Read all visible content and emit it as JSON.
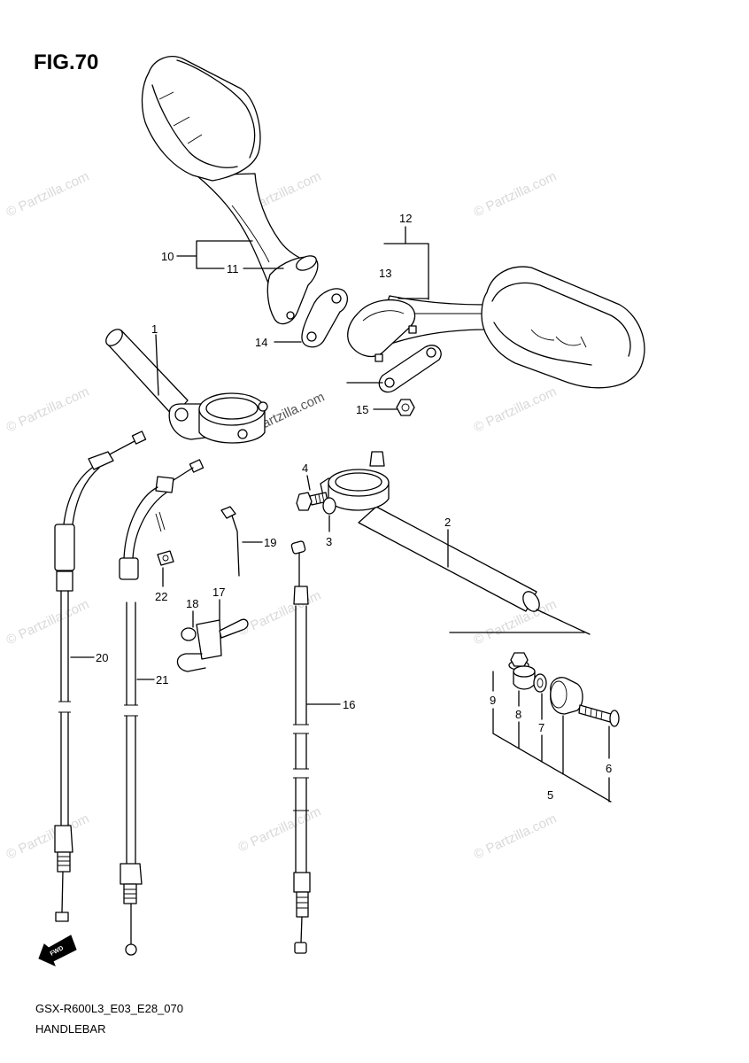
{
  "figure": {
    "title": "FIG.70",
    "code": "GSX-R600L3_E03_E28_070",
    "name": "HANDLEBAR"
  },
  "callouts": [
    "1",
    "2",
    "3",
    "4",
    "5",
    "6",
    "7",
    "8",
    "9",
    "10",
    "11",
    "12",
    "13",
    "14",
    "15",
    "16",
    "17",
    "18",
    "19",
    "20",
    "21",
    "22"
  ],
  "fwd_label": "FWD",
  "watermark": "© Partzilla.com",
  "colors": {
    "line": "#000000",
    "watermark": "#d9d9d9",
    "background": "#ffffff"
  }
}
